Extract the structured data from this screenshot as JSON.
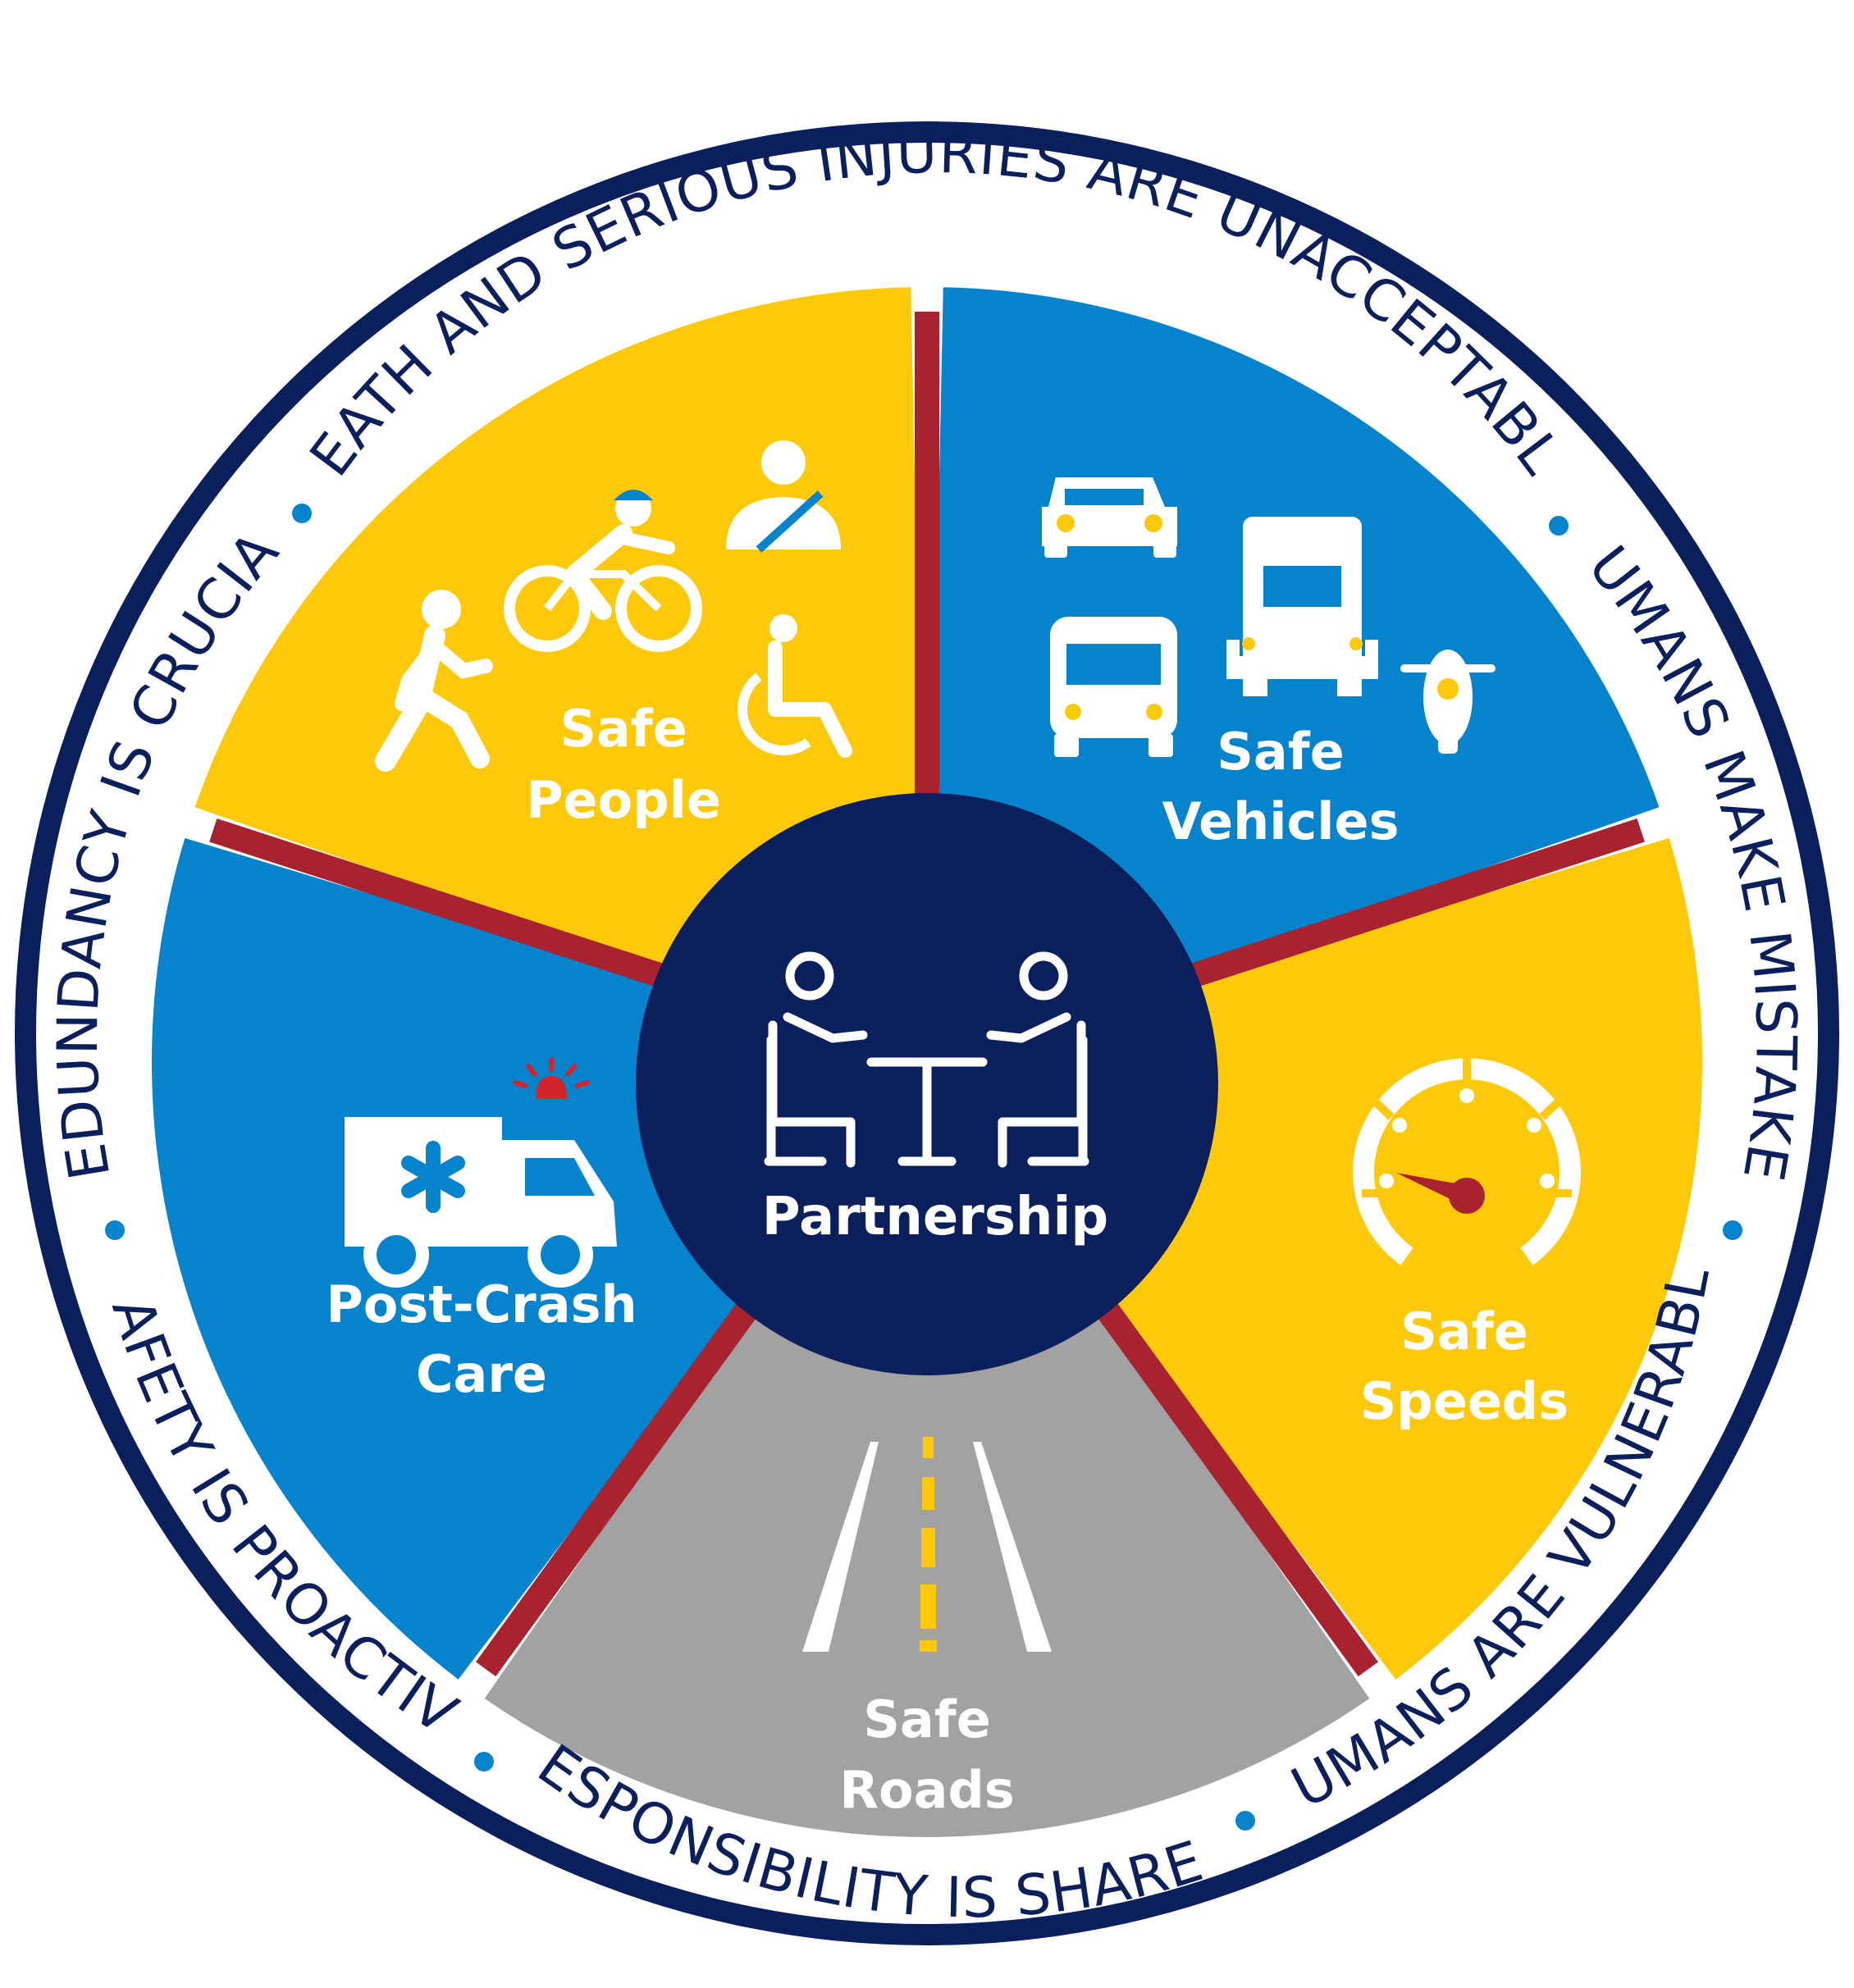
{
  "colors": {
    "navy": "#0b1f5c",
    "yellow": "#fdc90a",
    "blue": "#0583cc",
    "gray": "#a2a2a2",
    "divider_red": "#a8222f",
    "white": "#ffffff",
    "road_yellow": "#fdc90a"
  },
  "center": {
    "label": "Partnership",
    "icon": "partnership-meeting-icon"
  },
  "segments": [
    {
      "id": "people",
      "line1": "Safe",
      "line2": "People",
      "color": "#fdc90a",
      "icon": "people-modes-icon"
    },
    {
      "id": "vehicles",
      "line1": "Safe",
      "line2": "Vehicles",
      "color": "#0583cc",
      "icon": "vehicles-icon"
    },
    {
      "id": "speeds",
      "line1": "Safe",
      "line2": "Speeds",
      "color": "#fdc90a",
      "icon": "speedometer-icon"
    },
    {
      "id": "roads",
      "line1": "Safe",
      "line2": "Roads",
      "color": "#a2a2a2",
      "icon": "road-icon"
    },
    {
      "id": "postcrash",
      "line1": "Post-Crash",
      "line2": "Care",
      "color": "#0583cc",
      "icon": "ambulance-icon"
    }
  ],
  "principles": [
    {
      "id": "death",
      "text": "DEATH AND SERIOUS INJURIES ARE UNACCEPTABLE"
    },
    {
      "id": "mistakes",
      "text": "HUMANS MAKE MISTAKES"
    },
    {
      "id": "vulnerable",
      "text": "HUMANS ARE VULNERABLE"
    },
    {
      "id": "responsibility",
      "text": "RESPONSIBILITY IS SHARED"
    },
    {
      "id": "proactive",
      "text": "SAFETY IS PROACTIVE"
    },
    {
      "id": "redundancy",
      "text": "REDUNDANCY IS CRUCIAL"
    }
  ]
}
